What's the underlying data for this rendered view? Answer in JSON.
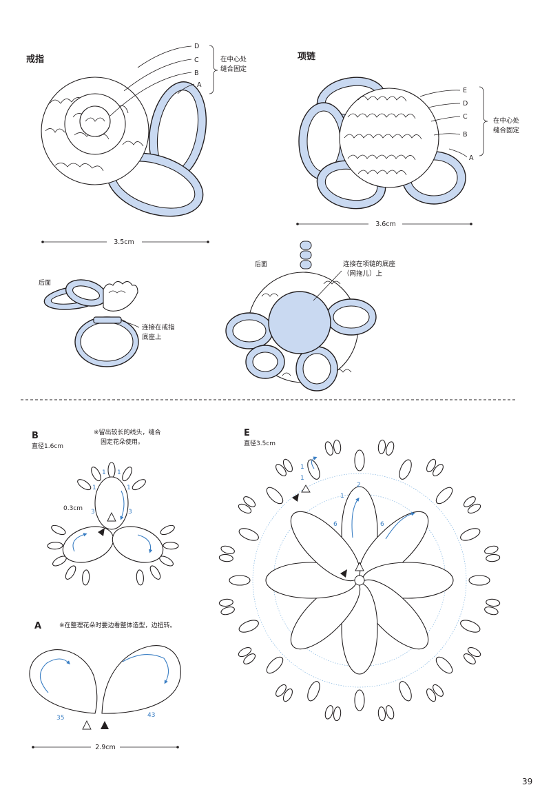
{
  "ring": {
    "title": "戒指",
    "letters": [
      "D",
      "C",
      "B",
      "A"
    ],
    "note_line1": "在中心处",
    "note_line2": "缝合固定",
    "dimension": "3.5cm"
  },
  "necklace": {
    "title": "项链",
    "letters": [
      "E",
      "D",
      "C",
      "B",
      "A"
    ],
    "note_line1": "在中心处",
    "note_line2": "缝合固定",
    "dimension": "3.6cm"
  },
  "ring_back": {
    "label": "后面",
    "note_line1": "连接在戒指",
    "note_line2": "底座上"
  },
  "necklace_back": {
    "label": "后面",
    "note_line1": "连接在项链的底座",
    "note_line2": "（网拖儿）上"
  },
  "diagram_b": {
    "letter": "B",
    "diameter": "直径1.6cm",
    "note_line1": "※留出较长的线头，缝合",
    "note_line2": "固定花朵使用。",
    "picot": "0.3cm",
    "counts": [
      "1",
      "1",
      "1",
      "1",
      "3",
      "3"
    ]
  },
  "diagram_a": {
    "letter": "A",
    "note": "※在整理花朵时要边看整体造型，边扭转。",
    "count_left": "35",
    "count_right": "43",
    "dimension": "2.9cm"
  },
  "diagram_e": {
    "letter": "E",
    "diameter": "直径3.5cm",
    "counts": [
      "1",
      "1",
      "2",
      "1",
      "6",
      "6"
    ]
  },
  "page_number": "39",
  "colors": {
    "accent_fill": "#c9d9f1",
    "accent_line": "#3b7fc4",
    "ink": "#231f20"
  }
}
